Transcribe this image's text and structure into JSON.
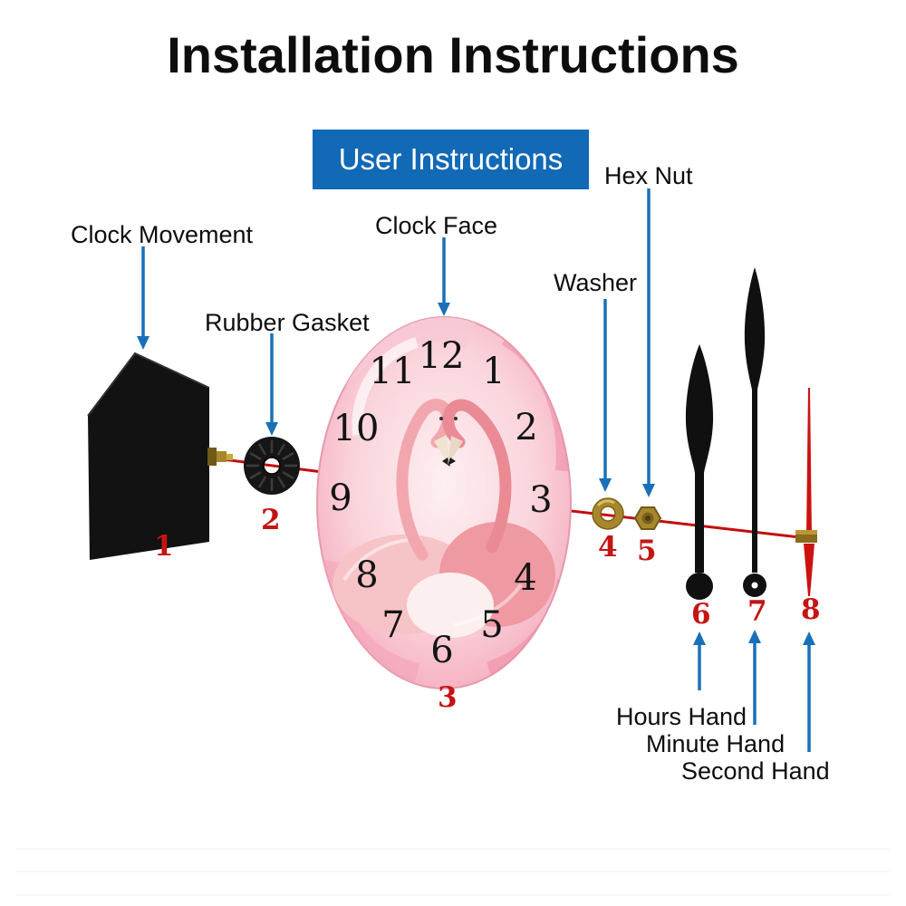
{
  "title": "Installation Instructions",
  "banner": {
    "label": "User Instructions"
  },
  "labels": {
    "clock_movement": "Clock Movement",
    "rubber_gasket": "Rubber Gasket",
    "clock_face": "Clock Face",
    "washer": "Washer",
    "hex_nut": "Hex Nut",
    "hours_hand": "Hours Hand",
    "minute_hand": "Minute Hand",
    "second_hand": "Second Hand"
  },
  "parts": {
    "movement_number": "1",
    "gasket_number": "2",
    "face_number": "3",
    "washer_number": "4",
    "hex_nut_number": "5",
    "hours_hand_number": "6",
    "minute_hand_number": "7",
    "second_hand_number": "8"
  },
  "clock_face_numerals": [
    "12",
    "1",
    "2",
    "3",
    "4",
    "5",
    "6",
    "7",
    "8",
    "9",
    "10",
    "11"
  ],
  "colors": {
    "banner_blue": "#1269b5",
    "arrow_blue": "#1a70b8",
    "part_number_red": "#c41414",
    "axis_line_red": "#c20d0d",
    "second_hand_red": "#cc1111",
    "brass": "#a8872c",
    "face_pink": "#f6b3c3"
  }
}
